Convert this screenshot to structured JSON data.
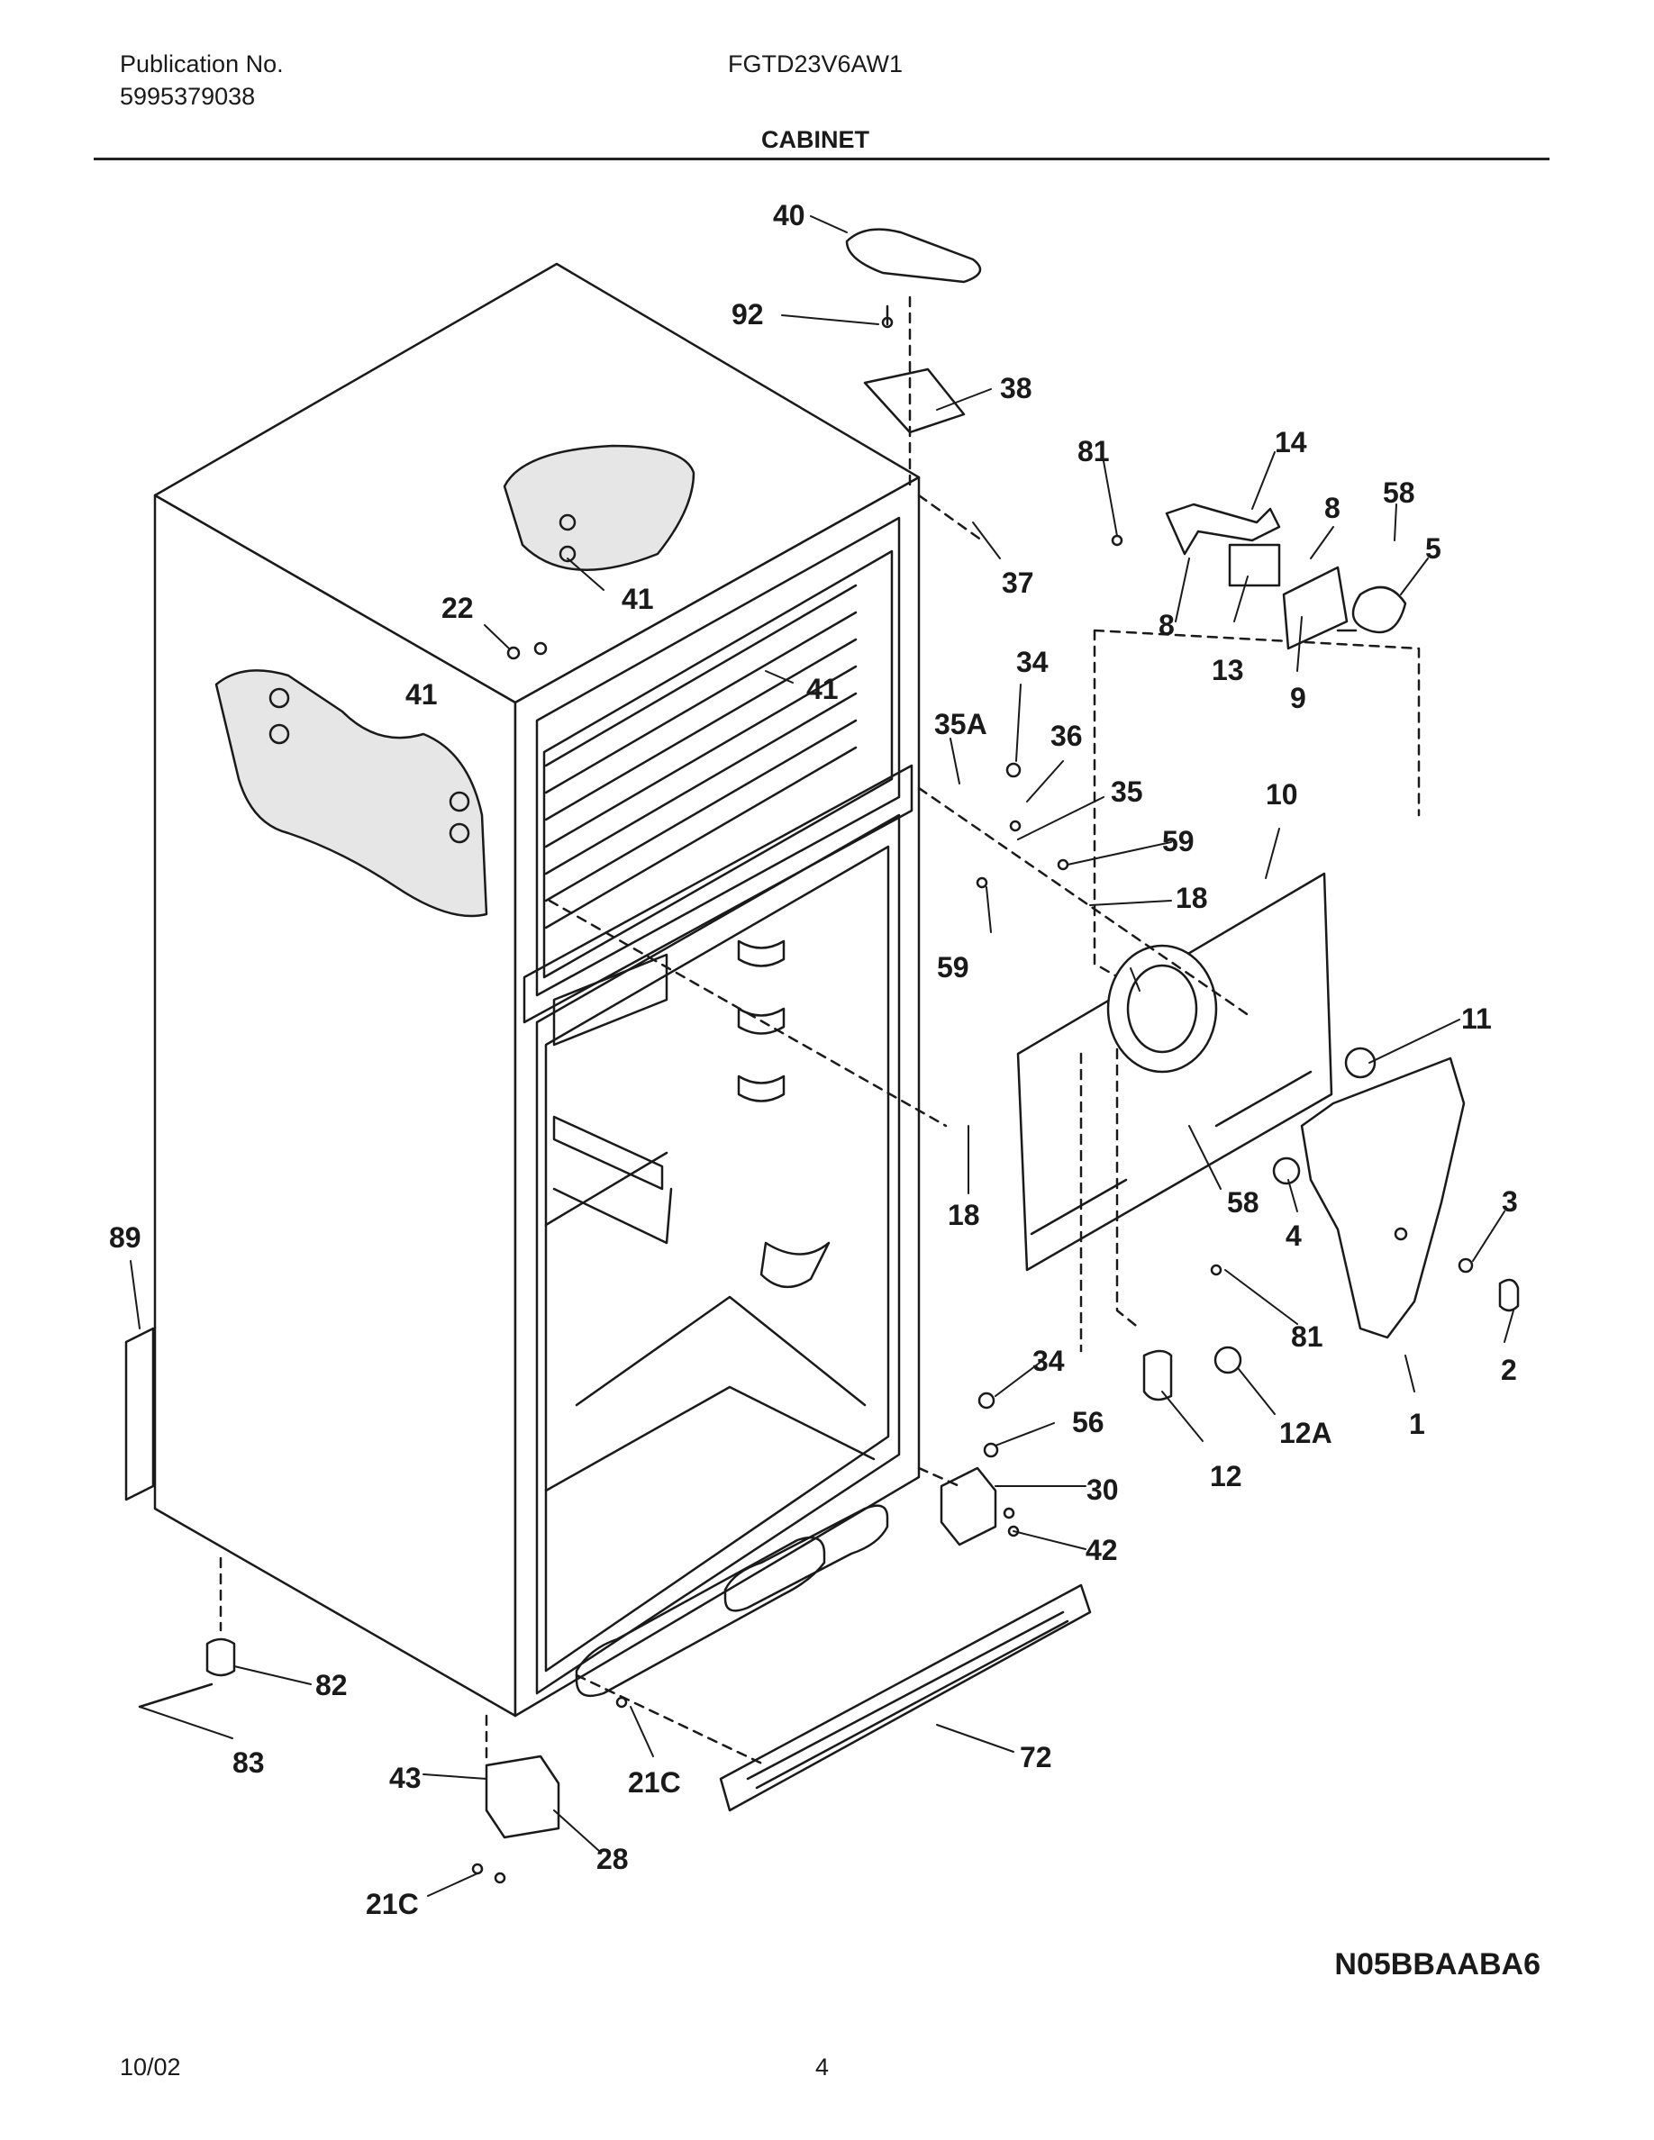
{
  "header": {
    "publication_label": "Publication No.",
    "publication_number": "5995379038",
    "model": "FGTD23V6AW1",
    "section_title": "CABINET"
  },
  "diagram_code": "N05BBAABA6",
  "footer": {
    "date": "10/02",
    "page": "4"
  },
  "callouts": [
    "40",
    "92",
    "38",
    "81",
    "14",
    "8",
    "58",
    "5",
    "37",
    "41",
    "22",
    "8",
    "13",
    "9",
    "34",
    "41",
    "35A",
    "36",
    "35",
    "10",
    "59",
    "18",
    "59",
    "11",
    "58",
    "3",
    "18",
    "4",
    "89",
    "81",
    "2",
    "34",
    "56",
    "12A",
    "1",
    "12",
    "30",
    "42",
    "82",
    "72",
    "83",
    "43",
    "21C",
    "28",
    "21C"
  ]
}
